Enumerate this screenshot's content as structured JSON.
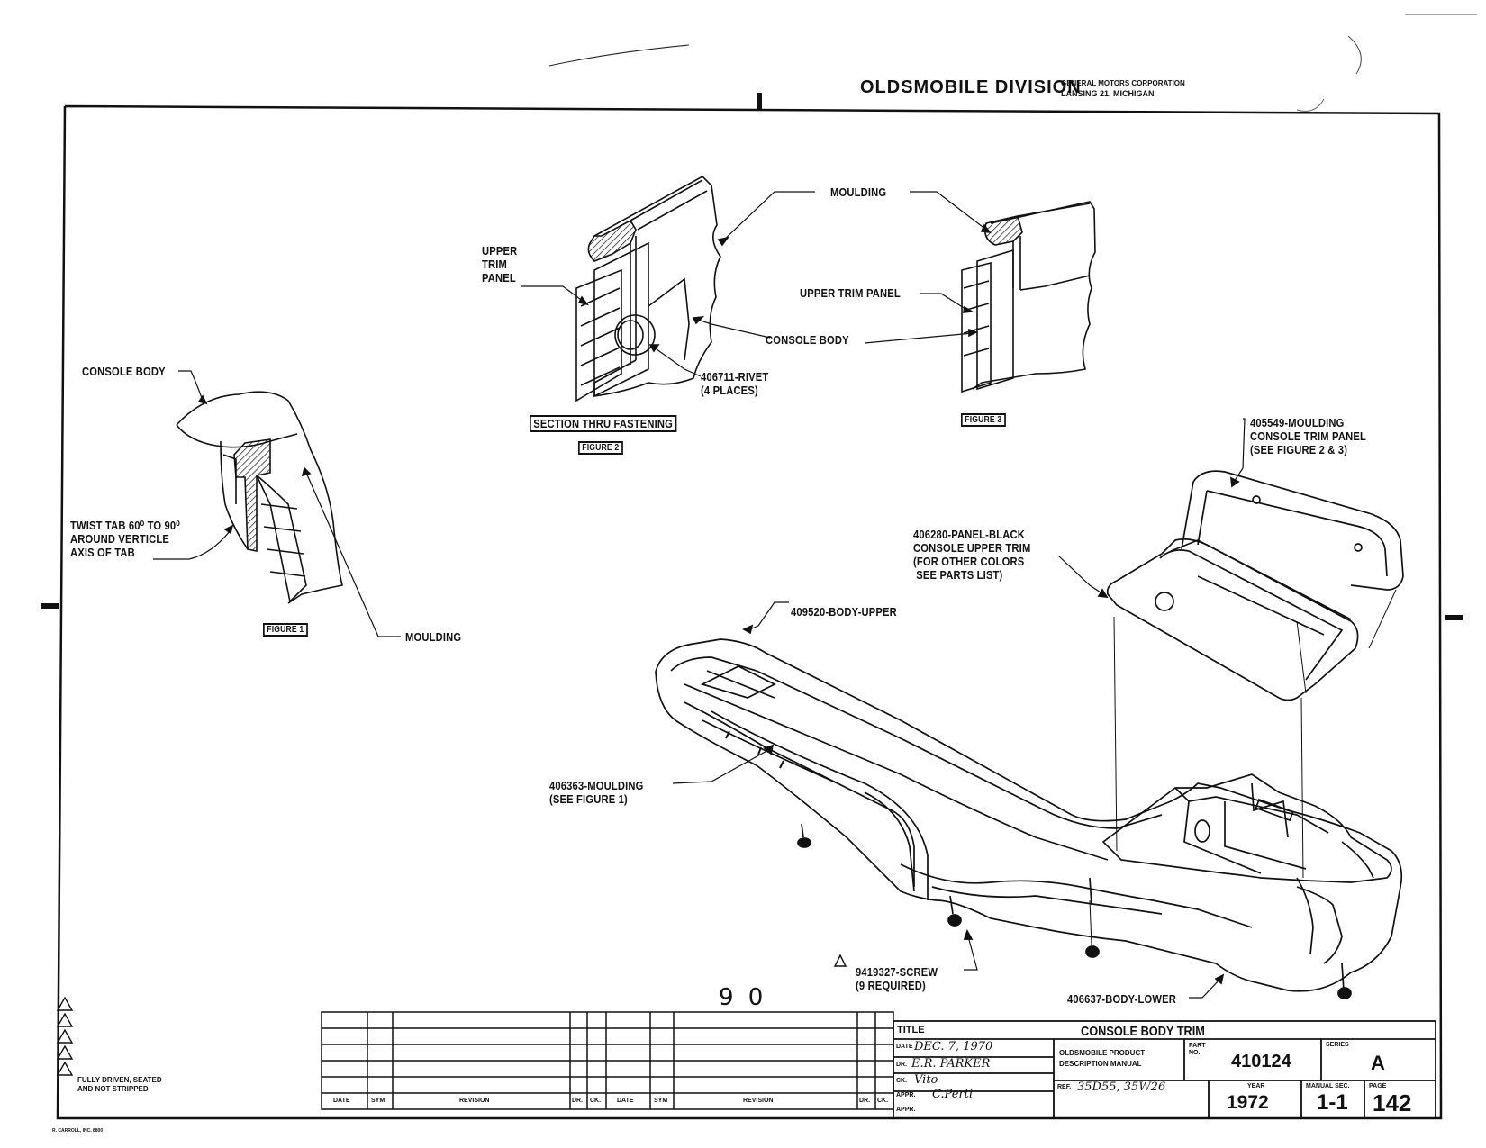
{
  "header": {
    "division": "OLDSMOBILE DIVISION",
    "corp_line1": "GENERAL MOTORS CORPORATION",
    "corp_line2": "LANSING 21, MICHIGAN"
  },
  "callouts": {
    "console_body_fig1": "CONSOLE BODY",
    "twist_tab": "TWIST TAB 60⁰ TO 90⁰\nAROUND VERTICLE\nAXIS OF TAB",
    "moulding_fig1": "MOULDING",
    "figure1": "FIGURE 1",
    "upper_trim_panel_fig2": "UPPER\nTRIM\nPANEL",
    "moulding_top": "MOULDING",
    "upper_trim_panel_fig3": "UPPER TRIM PANEL",
    "console_body_fig2": "CONSOLE BODY",
    "rivet": "406711-RIVET\n(4 PLACES)",
    "section_thru": "SECTION THRU FASTENING",
    "figure2": "FIGURE 2",
    "figure3": "FIGURE 3",
    "moulding_405549": "405549-MOULDING\nCONSOLE TRIM PANEL\n(SEE FIGURE 2 & 3)",
    "panel_406280": "406280-PANEL-BLACK\nCONSOLE UPPER TRIM\n(FOR OTHER COLORS\n SEE PARTS LIST)",
    "body_upper": "409520-BODY-UPPER",
    "moulding_406363": "406363-MOULDING\n(SEE FIGURE 1)",
    "screw": "9419327-SCREW\n(9 REQUIRED)",
    "body_lower": "406637-BODY-LOWER",
    "page_mark": "9 0"
  },
  "notes": {
    "fully_driven": "FULLY DRIVEN, SEATED\nAND NOT STRIPPED",
    "printer": "R. CARROLL, INC. 8800"
  },
  "revision_table": {
    "columns": [
      "DATE",
      "SYM",
      "REVISION",
      "DR.",
      "CK.",
      "DATE",
      "SYM",
      "REVISION",
      "DR.",
      "CK."
    ]
  },
  "title_block": {
    "title_label": "TITLE",
    "title": "CONSOLE BODY TRIM",
    "date_label": "DATE",
    "date": "DEC. 7, 1970",
    "dr_label": "DR.",
    "drafter": "E.R. PARKER",
    "ck_label": "CK.",
    "checker": "Vito",
    "appr_label": "APPR.",
    "approver": "C.Perti",
    "appr2_label": "APPR.",
    "manual": "OLDSMOBILE PRODUCT\nDESCRIPTION MANUAL",
    "part_no_label": "PART\nNO.",
    "part_no": "410124",
    "series_label": "SERIES",
    "series": "A",
    "ref_label": "REF.",
    "ref": "35D55, 35W26",
    "year_label": "YEAR",
    "year": "1972",
    "manual_sec_label": "MANUAL SEC.",
    "manual_sec": "1-1",
    "page_label": "PAGE",
    "page": "142"
  }
}
